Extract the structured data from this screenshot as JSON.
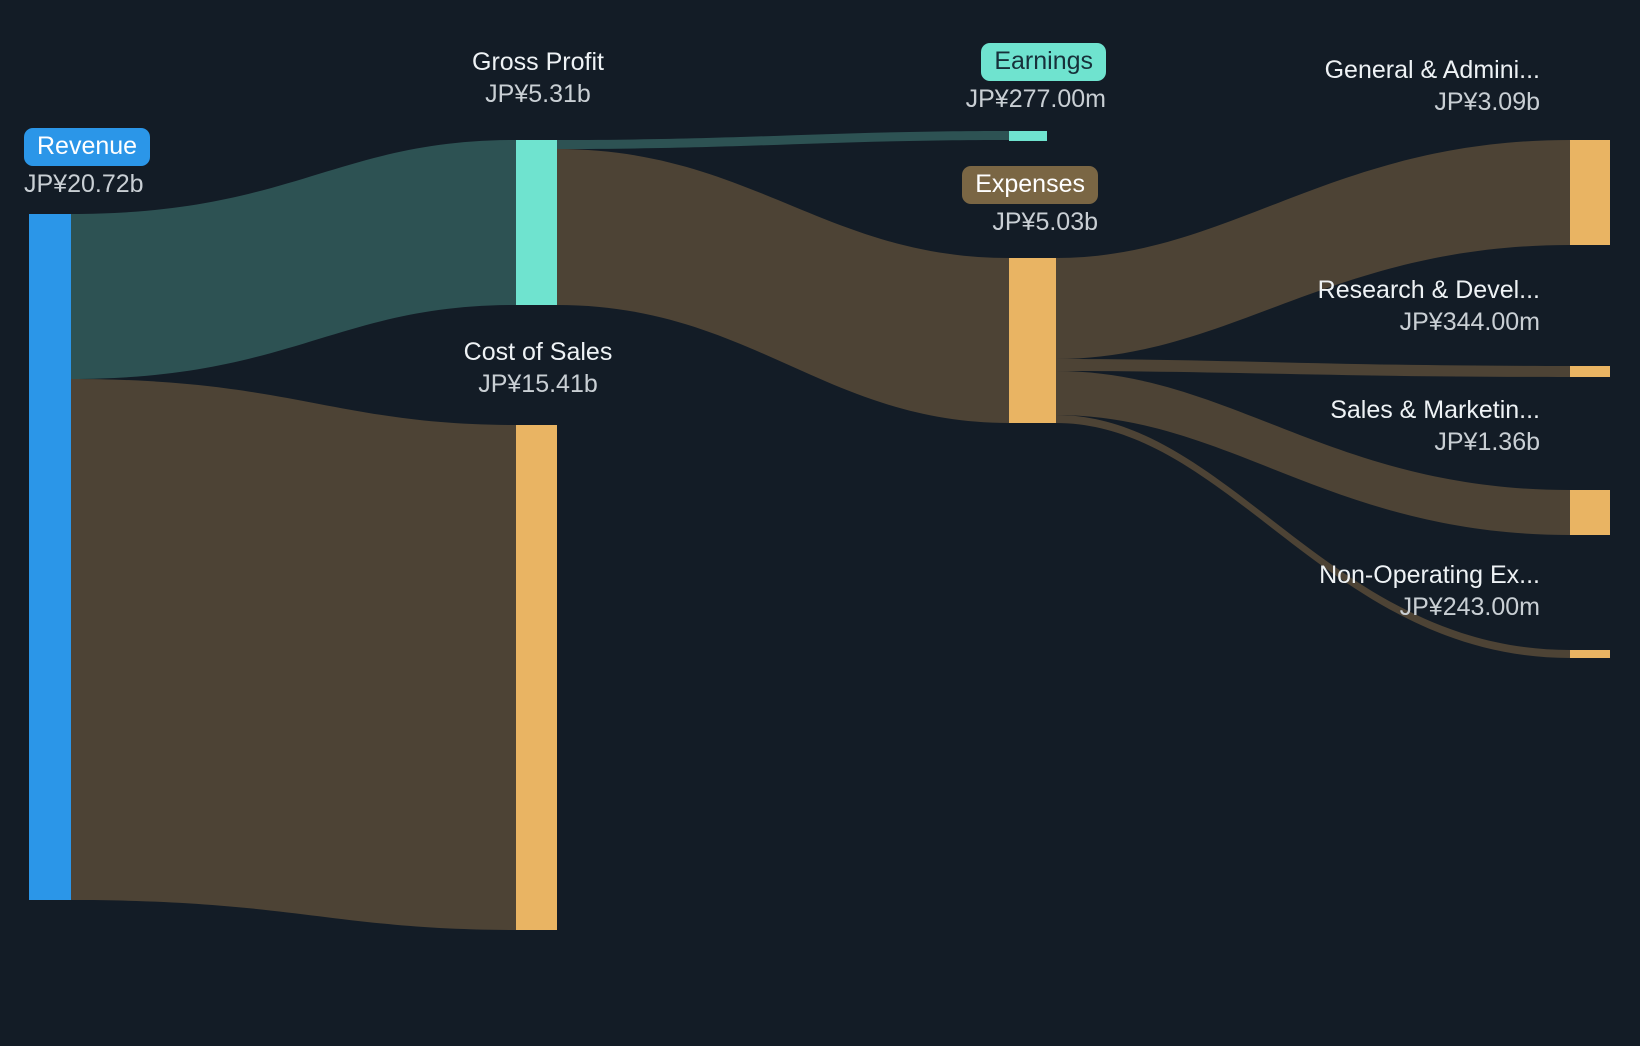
{
  "chart_data": {
    "type": "sankey",
    "title": "",
    "currency_prefix": "JP¥",
    "background_color": "#131c26",
    "nodes": [
      {
        "id": "revenue",
        "label": "Revenue",
        "value_label": "JP¥20.72b",
        "value": 20720000000,
        "color": "#2b96e8",
        "label_style": "pill",
        "pill_text_color": "#ffffff"
      },
      {
        "id": "gross_profit",
        "label": "Gross Profit",
        "value_label": "JP¥5.31b",
        "value": 5310000000,
        "color": "#6fe3cf",
        "label_style": "plain",
        "pill_text_color": "#1a2430"
      },
      {
        "id": "cost_of_sales",
        "label": "Cost of Sales",
        "value_label": "JP¥15.41b",
        "value": 15410000000,
        "color": "#e9b463",
        "label_style": "plain",
        "pill_text_color": "#1a2430"
      },
      {
        "id": "earnings",
        "label": "Earnings",
        "value_label": "JP¥277.00m",
        "value": 277000000,
        "color": "#6fe3cf",
        "label_style": "pill",
        "pill_text_color": "#17303a"
      },
      {
        "id": "expenses",
        "label": "Expenses",
        "value_label": "JP¥5.03b",
        "value": 5030000000,
        "color": "#e9b463",
        "label_style": "pill",
        "pill_text_color": "#ffffff"
      },
      {
        "id": "g_and_a",
        "label": "General & Admini...",
        "value_label": "JP¥3.09b",
        "value": 3090000000,
        "color": "#e9b463",
        "label_style": "plain",
        "pill_text_color": "#1a2430"
      },
      {
        "id": "r_and_d",
        "label": "Research & Devel...",
        "value_label": "JP¥344.00m",
        "value": 344000000,
        "color": "#e9b463",
        "label_style": "plain",
        "pill_text_color": "#1a2430"
      },
      {
        "id": "s_and_m",
        "label": "Sales & Marketin...",
        "value_label": "JP¥1.36b",
        "value": 1360000000,
        "color": "#e9b463",
        "label_style": "plain",
        "pill_text_color": "#1a2430"
      },
      {
        "id": "non_op",
        "label": "Non-Operating Ex...",
        "value_label": "JP¥243.00m",
        "value": 243000000,
        "color": "#e9b463",
        "label_style": "plain",
        "pill_text_color": "#1a2430"
      }
    ],
    "links": [
      {
        "source": "revenue",
        "target": "gross_profit",
        "value": 5310000000,
        "color": "#2d5253"
      },
      {
        "source": "revenue",
        "target": "cost_of_sales",
        "value": 15410000000,
        "color": "#4d4335"
      },
      {
        "source": "gross_profit",
        "target": "earnings",
        "value": 277000000,
        "color": "#2d5253"
      },
      {
        "source": "gross_profit",
        "target": "expenses",
        "value": 5030000000,
        "color": "#4d4335"
      },
      {
        "source": "expenses",
        "target": "g_and_a",
        "value": 3090000000,
        "color": "#4d4335"
      },
      {
        "source": "expenses",
        "target": "r_and_d",
        "value": 344000000,
        "color": "#4d4335"
      },
      {
        "source": "expenses",
        "target": "s_and_m",
        "value": 1360000000,
        "color": "#4d4335"
      },
      {
        "source": "expenses",
        "target": "non_op",
        "value": 243000000,
        "color": "#4d4335"
      }
    ],
    "legend": "none",
    "grid": false
  },
  "labels": {
    "revenue": {
      "title": "Revenue",
      "value": "JP¥20.72b"
    },
    "gross_profit": {
      "title": "Gross Profit",
      "value": "JP¥5.31b"
    },
    "cost_of_sales": {
      "title": "Cost of Sales",
      "value": "JP¥15.41b"
    },
    "earnings": {
      "title": "Earnings",
      "value": "JP¥277.00m"
    },
    "expenses": {
      "title": "Expenses",
      "value": "JP¥5.03b"
    },
    "g_and_a": {
      "title": "General & Admini...",
      "value": "JP¥3.09b"
    },
    "r_and_d": {
      "title": "Research & Devel...",
      "value": "JP¥344.00m"
    },
    "s_and_m": {
      "title": "Sales & Marketin...",
      "value": "JP¥1.36b"
    },
    "non_op": {
      "title": "Non-Operating Ex...",
      "value": "JP¥243.00m"
    }
  }
}
